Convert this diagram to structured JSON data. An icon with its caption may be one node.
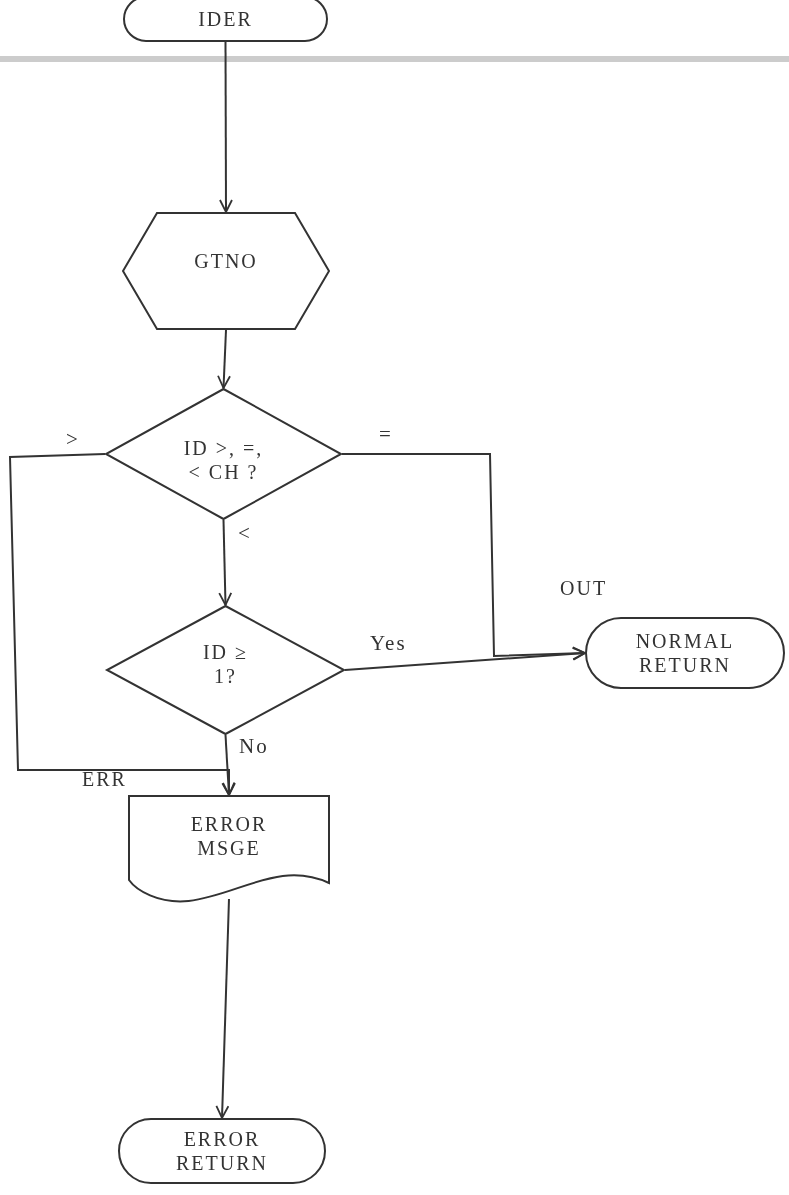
{
  "diagram": {
    "nodes": [
      {
        "text": [
          "IDER"
        ]
      },
      {
        "text": [
          "GTNO"
        ]
      },
      {
        "text": [
          "ID >, =, < CH ?"
        ]
      },
      {
        "text": [
          "ID ≥ 1?"
        ]
      },
      {
        "text": [
          "NORMAL RETURN"
        ],
        "beside": [
          "OUT"
        ]
      },
      {
        "text": [
          "ERROR MSGE"
        ],
        "beside": [
          "ERR"
        ]
      },
      {
        "text": [
          "ERROR RETURN"
        ]
      }
    ],
    "edges": [
      {
        "from": 0,
        "to": 1,
        "arrow": "to"
      },
      {
        "from": 1,
        "to": 2,
        "arrow": "to"
      },
      {
        "from": 2,
        "to": 3,
        "arrow": "to",
        "label": "<"
      },
      {
        "from": 2,
        "to": 4,
        "arrow": "to",
        "label": "="
      },
      {
        "from": 3,
        "to": 4,
        "arrow": "to",
        "label": "Yes"
      },
      {
        "from": 2,
        "to": 5,
        "arrow": "to",
        "label": ">"
      },
      {
        "from": 3,
        "to": 5,
        "arrow": "to",
        "label": "No"
      },
      {
        "from": 5,
        "to": 6,
        "arrow": "to"
      }
    ]
  }
}
